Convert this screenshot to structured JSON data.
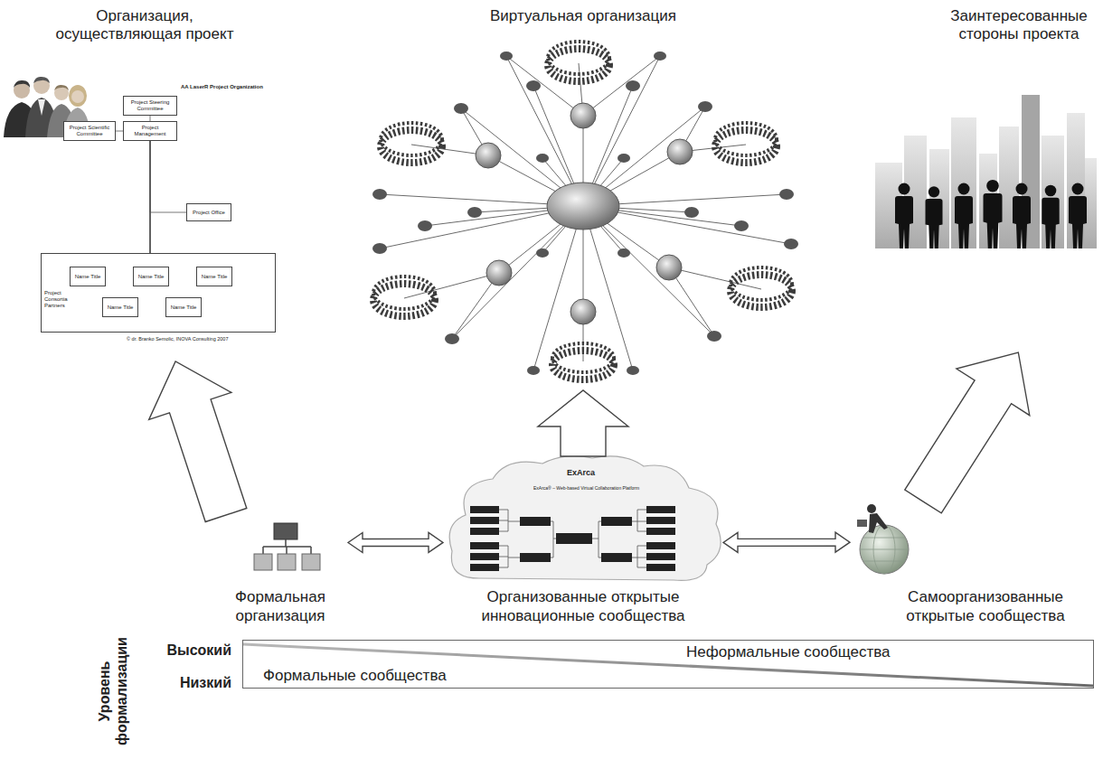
{
  "diagram": {
    "nodes": [
      {
        "text": [
          "Организация, осуществляющая проект"
        ]
      },
      {
        "text": [
          "Project Steering Committee"
        ],
        "in": 0
      },
      {
        "text": [
          "Project Scientific Committee"
        ],
        "in": 0
      },
      {
        "text": [
          "Project Management"
        ],
        "in": 0
      },
      {
        "text": [
          "Project Office"
        ],
        "in": 0
      },
      {
        "text": [
          "Project Consortia Partners"
        ],
        "in": 0
      },
      {
        "text": [
          "Name Title"
        ],
        "in": 5
      },
      {
        "text": [
          "Name Title"
        ],
        "in": 5
      },
      {
        "text": [
          "Name Title"
        ],
        "in": 5
      },
      {
        "text": [
          "Name Title"
        ],
        "in": 5
      },
      {
        "text": [
          "Name Title"
        ],
        "in": 5
      },
      {
        "text": [
          "Виртуальная организация"
        ]
      },
      {
        "text": [
          "Заинтересованные стороны проекта"
        ]
      },
      {
        "text": [
          "Формальная организация"
        ]
      },
      {
        "text": [
          "Организованные открытые инновационные сообщества"
        ]
      },
      {
        "text": [
          "Самоорганизованные открытые сообщества"
        ]
      },
      {
        "text": [
          "Неформальные сообщества",
          "Формальные сообщества"
        ]
      }
    ],
    "edges": [
      {
        "from": 1,
        "to": 3,
        "arrow": "none"
      },
      {
        "from": 2,
        "to": 3,
        "arrow": "none"
      },
      {
        "from": 3,
        "to": 4,
        "arrow": "none"
      },
      {
        "from": 3,
        "to": 6,
        "arrow": "none"
      },
      {
        "from": 3,
        "to": 7,
        "arrow": "none"
      },
      {
        "from": 3,
        "to": 8,
        "arrow": "none"
      },
      {
        "from": 3,
        "to": 9,
        "arrow": "none"
      },
      {
        "from": 3,
        "to": 10,
        "arrow": "none"
      },
      {
        "from": 13,
        "to": 0,
        "arrow": "to"
      },
      {
        "from": 14,
        "to": 11,
        "arrow": "to"
      },
      {
        "from": 15,
        "to": 12,
        "arrow": "to"
      },
      {
        "from": 13,
        "to": 14,
        "arrow": "both"
      },
      {
        "from": 14,
        "to": 15,
        "arrow": "both"
      }
    ],
    "labels": [
      "AA LaserR Project Organization",
      "© dr. Branko Semolic, INOVA Consulting 2007",
      "ExArca",
      "ExArca® – Web-based Virtual Collaboration Platform",
      "Уровень формализации",
      "Высокий",
      "Низкий"
    ]
  }
}
